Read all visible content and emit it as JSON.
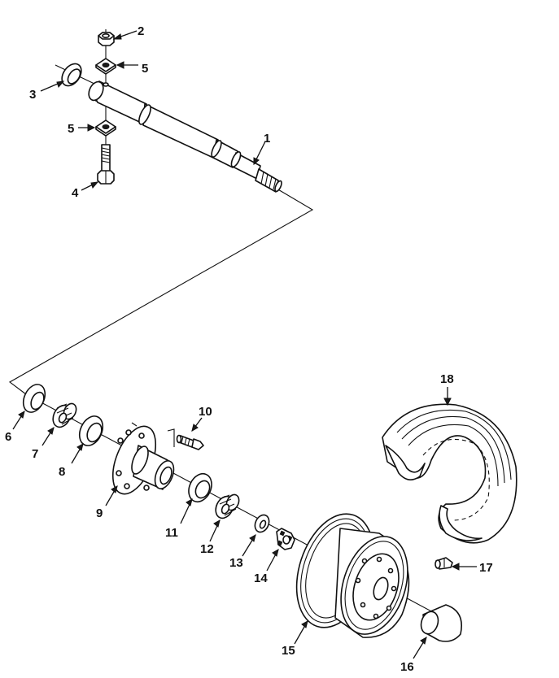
{
  "callouts": [
    {
      "id": "1",
      "label": "1"
    },
    {
      "id": "2",
      "label": "2"
    },
    {
      "id": "3",
      "label": "3"
    },
    {
      "id": "4",
      "label": "4"
    },
    {
      "id": "5a",
      "label": "5"
    },
    {
      "id": "5b",
      "label": "5"
    },
    {
      "id": "6",
      "label": "6"
    },
    {
      "id": "7",
      "label": "7"
    },
    {
      "id": "8",
      "label": "8"
    },
    {
      "id": "9",
      "label": "9"
    },
    {
      "id": "10",
      "label": "10"
    },
    {
      "id": "11",
      "label": "11"
    },
    {
      "id": "12",
      "label": "12"
    },
    {
      "id": "13",
      "label": "13"
    },
    {
      "id": "14",
      "label": "14"
    },
    {
      "id": "15",
      "label": "15"
    },
    {
      "id": "16",
      "label": "16"
    },
    {
      "id": "17",
      "label": "17"
    },
    {
      "id": "18",
      "label": "18"
    }
  ]
}
